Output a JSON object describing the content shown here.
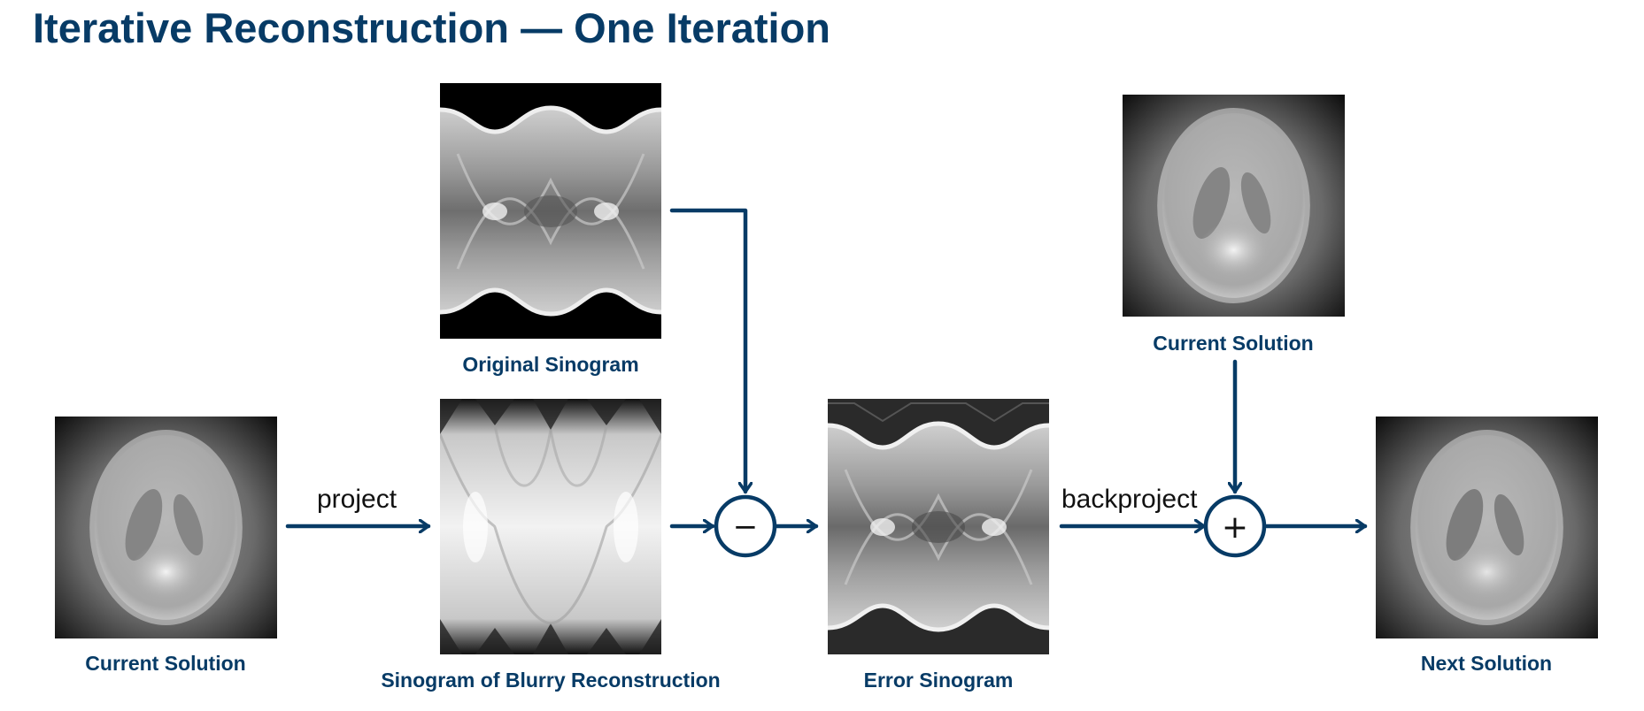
{
  "title": "Iterative Reconstruction — One Iteration",
  "panels": {
    "current_solution_left": "Current Solution",
    "original_sinogram": "Original Sinogram",
    "blurry_sinogram": "Sinogram of Blurry Reconstruction",
    "error_sinogram": "Error Sinogram",
    "current_solution_top": "Current Solution",
    "next_solution": "Next Solution"
  },
  "edges": {
    "project": "project",
    "backproject": "backproject"
  },
  "operators": {
    "subtract": "−",
    "add": "+"
  },
  "colors": {
    "accent": "#073b66",
    "label_text": "#111111"
  }
}
